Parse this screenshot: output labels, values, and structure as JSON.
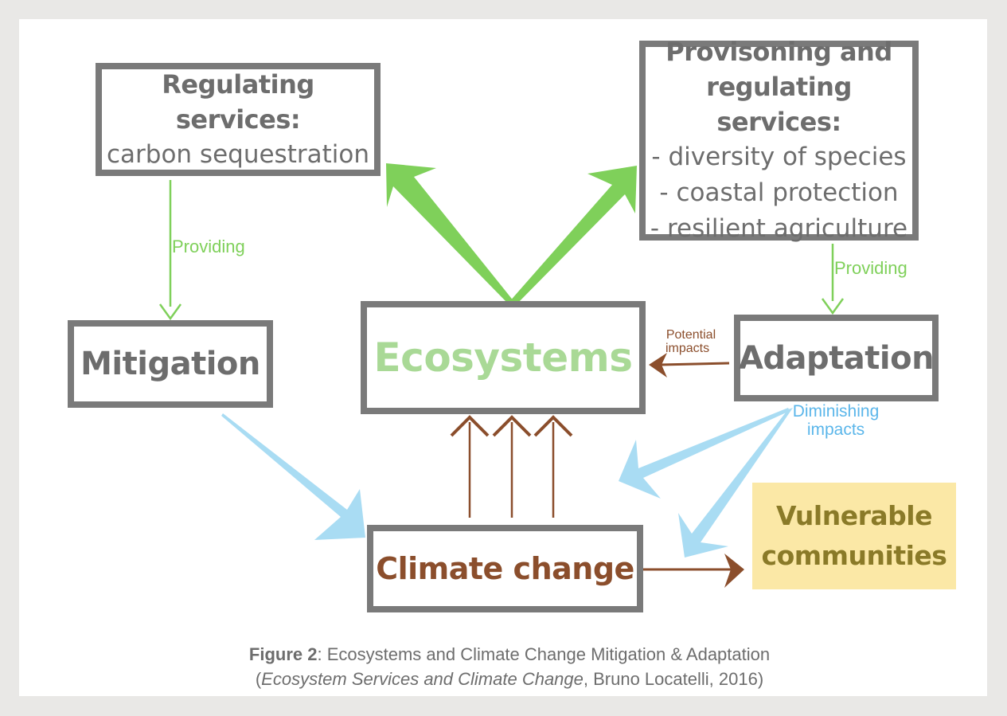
{
  "boxes": {
    "regulating": {
      "heading": "Regulating services:",
      "line": "carbon sequestration"
    },
    "provisioning": {
      "heading_1": "Provisoning and",
      "heading_2": "regulating services:",
      "items": [
        "- diversity of species",
        "- coastal protection",
        "- resilient agriculture"
      ]
    },
    "mitigation": "Mitigation",
    "ecosystems": "Ecosystems",
    "adaptation": "Adaptation",
    "climate_change": "Climate change",
    "vulnerable_1": "Vulnerable",
    "vulnerable_2": "communities"
  },
  "labels": {
    "providing_left": "Providing",
    "providing_right": "Providing",
    "potential_1": "Potential",
    "potential_2": "impacts",
    "diminishing_1": "Diminishing",
    "diminishing_2": "impacts"
  },
  "caption": {
    "figure": "Figure 2",
    "line1_rest": ": Ecosystems and Climate Change Mitigation & Adaptation",
    "open": "(",
    "source_title": "Ecosystem Services and Climate Change",
    "line2_rest": ", Bruno Locatelli, 2016)"
  },
  "colors": {
    "box_border": "#7a7a7a",
    "green": "#7fd05a",
    "ecosystems_text": "#a9d996",
    "brown": "#8b4e2c",
    "blue": "#a9dcf3",
    "vulnerable_fill": "#fbe8a6",
    "vulnerable_text": "#8a7a28"
  }
}
